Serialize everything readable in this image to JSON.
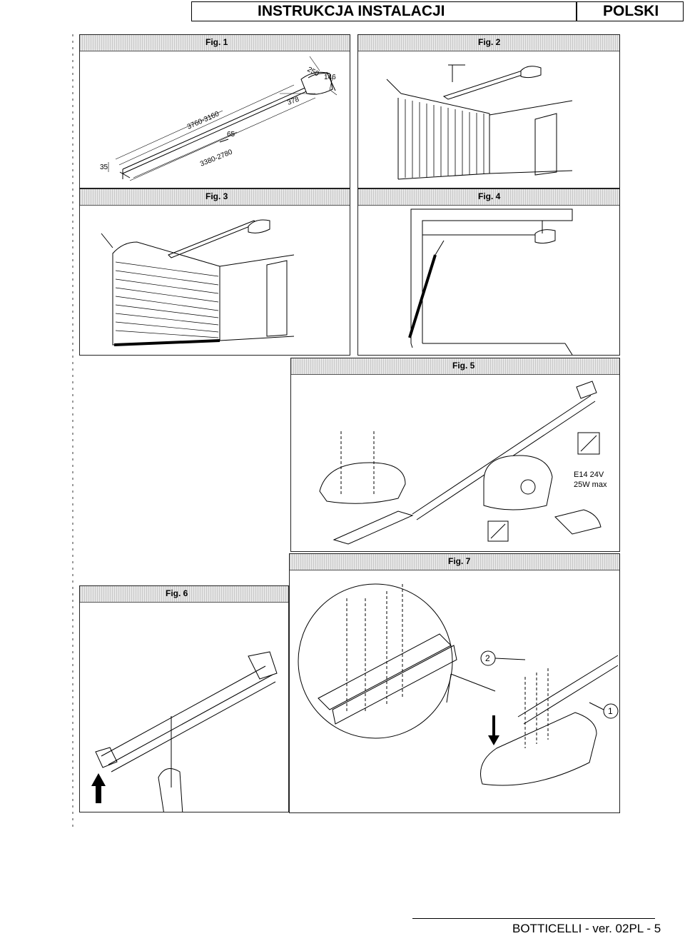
{
  "header": {
    "title": "INSTRUKCJA INSTALACJI",
    "language": "POLSKI"
  },
  "figures": {
    "fig1": {
      "caption": "Fig. 1",
      "dims": {
        "d250": "250",
        "d146": "146",
        "d378": "378",
        "d3760": "3760-3160",
        "d65": "65",
        "d3380": "3380-2780",
        "d35": "35"
      }
    },
    "fig2": {
      "caption": "Fig. 2"
    },
    "fig3": {
      "caption": "Fig. 3"
    },
    "fig4": {
      "caption": "Fig. 4"
    },
    "fig5": {
      "caption": "Fig. 5",
      "lamp_line1": "E14 24V",
      "lamp_line2": "25W max"
    },
    "fig6": {
      "caption": "Fig. 6"
    },
    "fig7": {
      "caption": "Fig. 7",
      "callout1": "1",
      "callout2": "2"
    }
  },
  "footer": {
    "text": "BOTTICELLI - ver. 02PL - 5"
  }
}
